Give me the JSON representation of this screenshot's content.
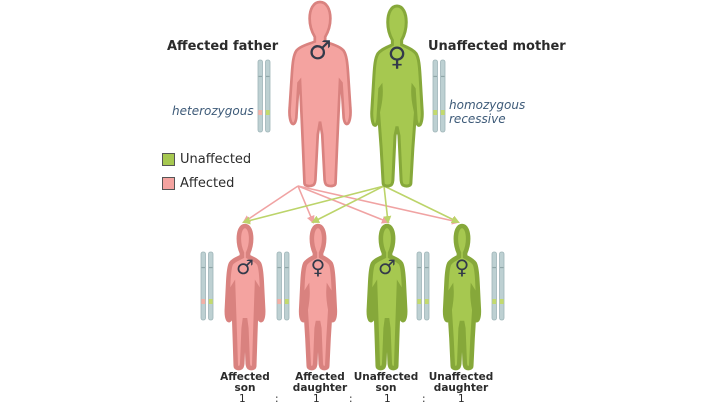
{
  "colors": {
    "affected": "#f4a3a0",
    "affected_stroke": "#d9827f",
    "unaffected": "#a6c850",
    "unaffected_stroke": "#86a83a",
    "chrom": "#bdd0d2",
    "chrom_stroke": "#9fb5b8",
    "band_affected": "#f3b0a6",
    "band_unaffected": "#c3da6e",
    "symbol": "#333a4a"
  },
  "parents": {
    "father_label": "Affected father",
    "mother_label": "Unaffected mother",
    "father_genotype": "heterozygous",
    "mother_genotype_line1": "homozygous",
    "mother_genotype_line2": "recessive",
    "father_symbol": "♂",
    "mother_symbol": "♀"
  },
  "legend": {
    "unaffected_label": "Unaffected",
    "affected_label": "Affected"
  },
  "children": [
    {
      "line1": "Affected",
      "line2": "son",
      "symbol": "♂",
      "status": "affected",
      "ratio": "1"
    },
    {
      "line1": "Affected",
      "line2": "daughter",
      "symbol": "♀",
      "status": "affected",
      "ratio": "1"
    },
    {
      "line1": "Unaffected",
      "line2": "son",
      "symbol": "♂",
      "status": "unaffected",
      "ratio": "1"
    },
    {
      "line1": "Unaffected",
      "line2": "daughter",
      "symbol": "♀",
      "status": "unaffected",
      "ratio": "1"
    }
  ],
  "ratio_separator": ":"
}
